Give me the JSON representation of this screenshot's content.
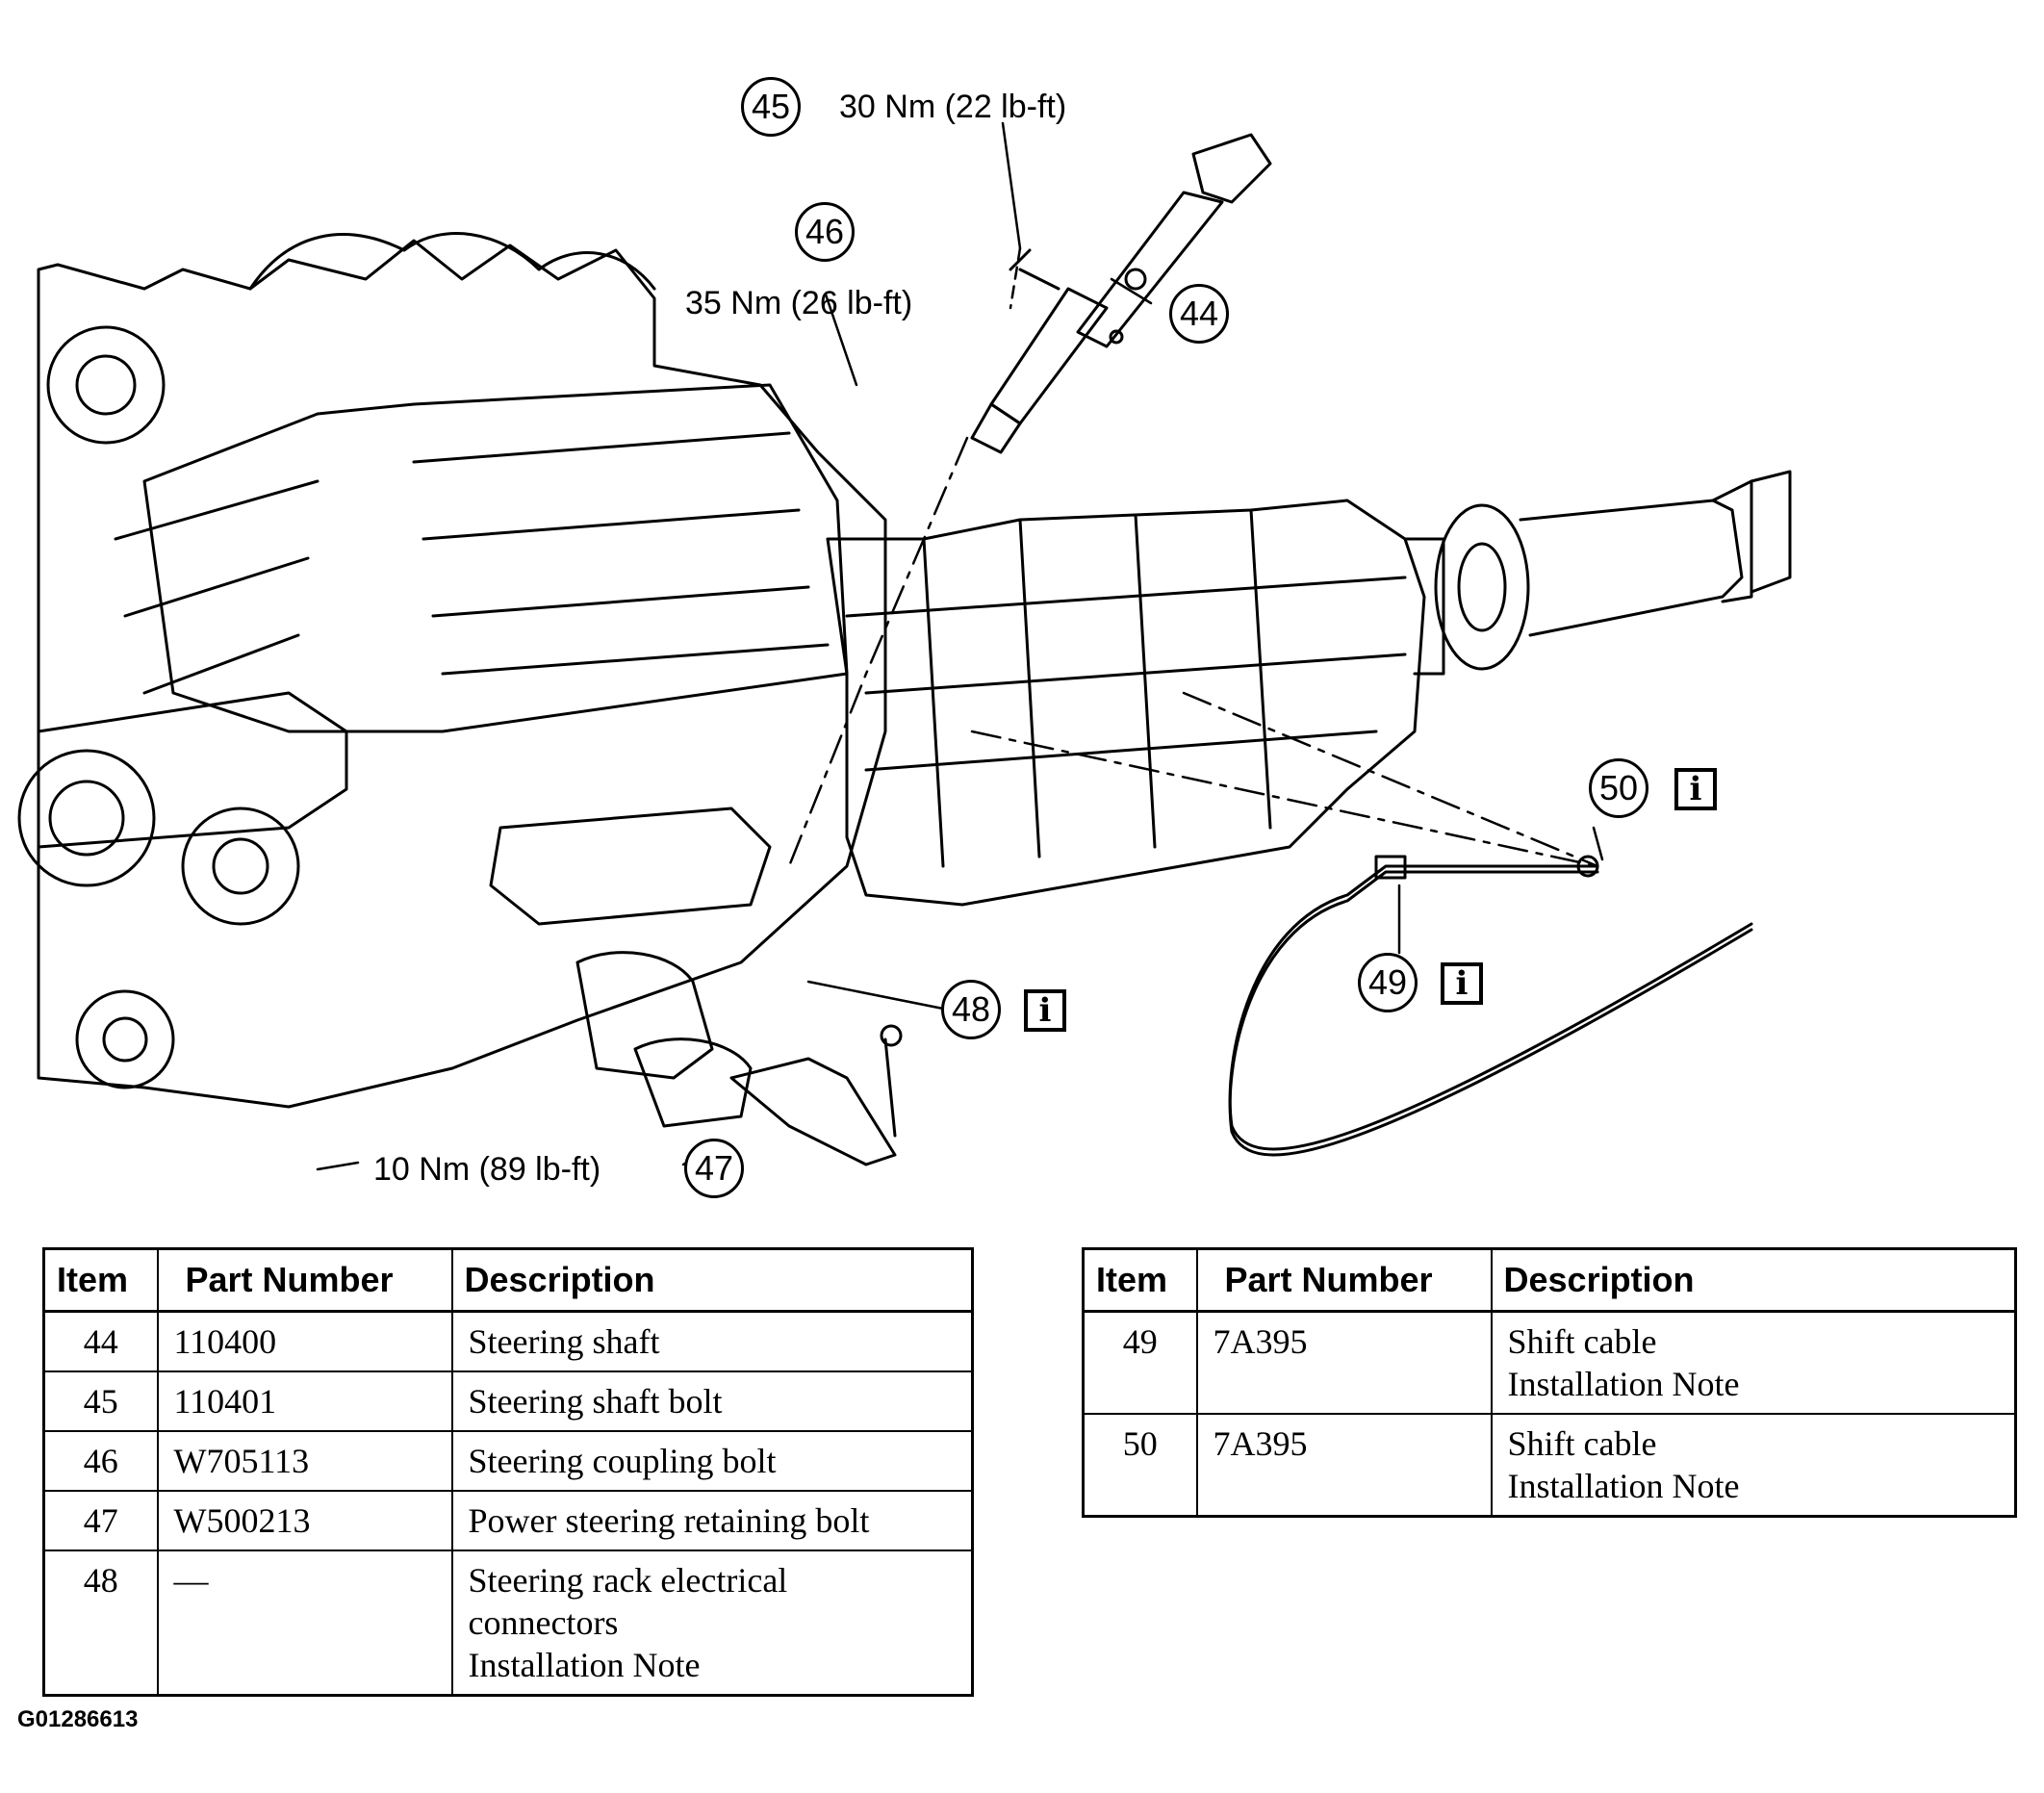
{
  "callouts": {
    "c44": "44",
    "c45": "45",
    "c46": "46",
    "c47": "47",
    "c48": "48",
    "c49": "49",
    "c50": "50"
  },
  "info_symbol": "i",
  "torque_specs": {
    "t45": "30 Nm (22 lb-ft)",
    "t46": "35 Nm (26 lb-ft)",
    "t47": "10 Nm (89 lb-ft)"
  },
  "table_left": {
    "headers": [
      "Item",
      "Part Number",
      "Description"
    ],
    "rows": [
      {
        "item": "44",
        "part": "110400",
        "desc": [
          "Steering shaft"
        ]
      },
      {
        "item": "45",
        "part": "110401",
        "desc": [
          "Steering shaft bolt"
        ]
      },
      {
        "item": "46",
        "part": "W705113",
        "desc": [
          "Steering coupling bolt"
        ]
      },
      {
        "item": "47",
        "part": "W500213",
        "desc": [
          "Power steering retaining bolt"
        ]
      },
      {
        "item": "48",
        "part": "—",
        "desc": [
          "Steering rack electrical",
          "connectors",
          "Installation Note"
        ]
      }
    ]
  },
  "table_right": {
    "headers": [
      "Item",
      "Part Number",
      "Description"
    ],
    "rows": [
      {
        "item": "49",
        "part": "7A395",
        "desc": [
          "Shift cable",
          "Installation Note"
        ]
      },
      {
        "item": "50",
        "part": "7A395",
        "desc": [
          "Shift cable",
          "Installation Note"
        ]
      }
    ]
  },
  "figure_id": "G01286613"
}
